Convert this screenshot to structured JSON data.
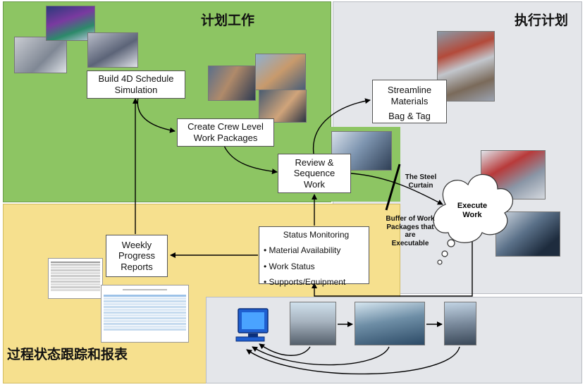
{
  "regions": {
    "plan_title": "计划工作",
    "execute_title": "执行计划",
    "tracking_title": "过程状态跟踪和报表"
  },
  "steps": {
    "build_4d": "Build 4D Schedule Simulation",
    "crew_packages": "Create Crew Level Work Packages",
    "review_sequence": "Review & Sequence Work",
    "streamline": "Streamline Materials",
    "bag_tag": "Bag & Tag",
    "execute": "Execute Work",
    "weekly_reports": "Weekly Progress Reports",
    "status_monitoring": {
      "title": "Status Monitoring",
      "items": [
        "Material Availability",
        "Work Status",
        "Supports/Equipment"
      ]
    }
  },
  "labels": {
    "steel_curtain": "The Steel Curtain",
    "buffer": "Buffer of Work Packages that are Executable"
  },
  "colors": {
    "plan_region": "#8dc563",
    "execute_region": "#e4e6ea",
    "tracking_region": "#f6e08e",
    "arrow": "#000000"
  },
  "icons": [
    "computer-workstation-icon"
  ]
}
